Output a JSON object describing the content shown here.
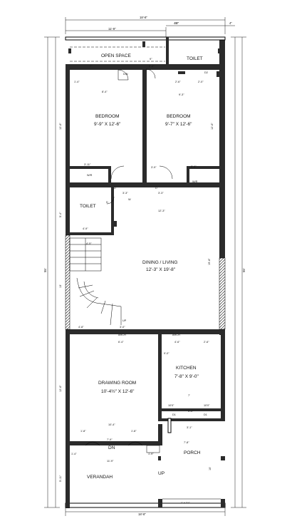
{
  "rooms": {
    "open_space": "OPEN SPACE",
    "toilet_top": "TOILET",
    "bedroom_1": {
      "name": "BEDROOM",
      "size": "9'-9\" X 12'-6\""
    },
    "bedroom_2": {
      "name": "BEDROOM",
      "size": "9'-7\" X 12'-6\""
    },
    "wr_1": "W/R",
    "wr_2": "W/R",
    "toilet_mid": "TOILET",
    "dining": {
      "name": "DINING / LIVING",
      "size": "12'-3\" X 19'-8\""
    },
    "kitchen": {
      "name": "KITCHEN",
      "size": "7'-8\" X 9'-0\""
    },
    "drawing": {
      "name": "DRAWING ROOM",
      "size": "10'-4½\" X 12'-6\""
    },
    "porch": "PORCH",
    "verandah": "VERANDAH"
  },
  "labels": {
    "dn_top": "D/N",
    "up_stair": "UP",
    "dn_front": "DN",
    "up_front": "UP",
    "arch_1": "ARCH",
    "arch_2": "ARCH",
    "d_1": "D",
    "d_2": "D",
    "d_3": "D",
    "d1_1": "D1",
    "d1_2": "D1",
    "d2_toilet": "D2",
    "w_1": "W",
    "gate": "G A T E"
  },
  "dimensions": {
    "top_total": "18'-8\"",
    "top_left": "11'-9\"",
    "top_right": "4'6\"",
    "top_far": "4\"",
    "bottom_total": "18'-8\"",
    "left_total": "55'",
    "right_total": "55'",
    "d_4": "4\"",
    "d_9": "9\"",
    "d_7": "7\"",
    "d_2_3": "2'-3\"",
    "d_2_6": "2'-6\"",
    "d_2_0": "2'-0\"",
    "d_1_4": "1'-4\"",
    "d_8_4": "8'-4\"",
    "d_9_3": "9'-3\"",
    "d_12_6a": "12'-6\"",
    "d_12_6b": "12'-6\"",
    "d_3_11": "3'-11\"",
    "d_3_9": "3'-9\"",
    "d_3_5": "3'-5\"",
    "d_5_6": "5'-6\"",
    "d_3_3a": "3'-3\"",
    "d_3_3b": "3'-3\"",
    "d_12_3": "12'-3\"",
    "d_5_4": "5'-4\"",
    "d_4_9": "4'-9\"",
    "d_4_5": "4'-5\"",
    "d_19_8": "19'-8\"",
    "d_13": "13'",
    "d_4_8": "4'-8\"",
    "d_3_0": "3'-0\"",
    "d_6_4": "6'-4\"",
    "d_4_6": "4'-6\"",
    "d_2_6b": "2'-6\"",
    "d_9_0": "9'-0\"",
    "d_10_4": "10'-4\"",
    "d_7_mid": "7'",
    "d_1_8a": "1'-8\"",
    "d_1_8b": "1'-8\"",
    "d_7_9": "7'-9\"",
    "d_11_9": "11'-9\"",
    "d_1_4b": "1'-4\"",
    "d_1_9": "1'-9\"",
    "d_7_8": "7'-8\"",
    "d_3_1": "3'-1\"",
    "d_5_0": "5'-0\"",
    "d_10": "10'",
    "d_10_0a": "10'0\"",
    "d_10_0b": "10'0\"",
    "d_12_6c": "12'-6\"",
    "d_5_11": "5'-11\""
  }
}
